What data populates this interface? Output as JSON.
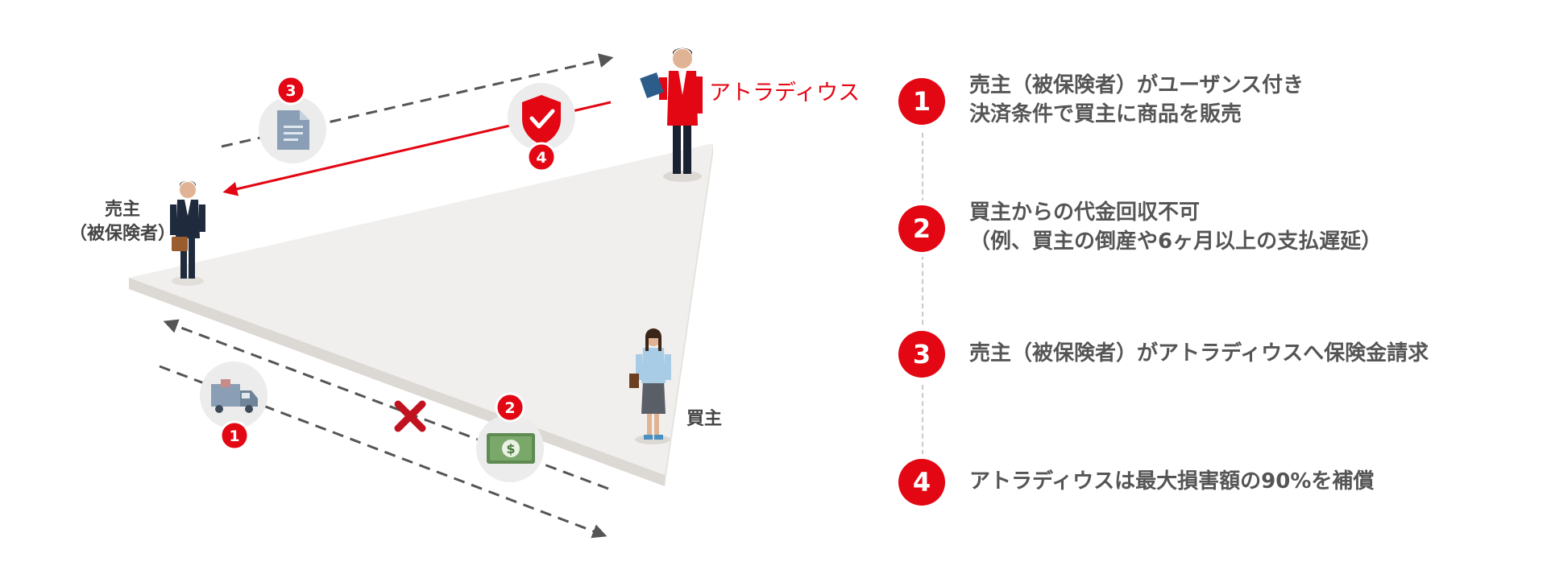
{
  "labels": {
    "seller_line1": "売主",
    "seller_line2": "（被保険者）",
    "buyer": "買主",
    "atradius": "アトラディウス"
  },
  "badges": [
    "1",
    "2",
    "3",
    "4"
  ],
  "steps": [
    {
      "number": "1",
      "line1": "売主（被保険者）がユーザンス付き",
      "line2": "決済条件で買主に商品を販売"
    },
    {
      "number": "2",
      "line1": "買主からの代金回収不可",
      "line2": "（例、買主の倒産や6ヶ月以上の支払遅延）"
    },
    {
      "number": "3",
      "line1": "売主（被保険者）がアトラディウスへ保険金請求",
      "line2": ""
    },
    {
      "number": "4",
      "line1": "アトラディウスは最大損害額の90%を補償",
      "line2": ""
    }
  ],
  "colors": {
    "accent": "#e30613",
    "text": "#555555",
    "dash": "#555555"
  },
  "icons": [
    "truck-icon",
    "money-icon",
    "document-icon",
    "shield-check-icon",
    "cross-icon"
  ]
}
